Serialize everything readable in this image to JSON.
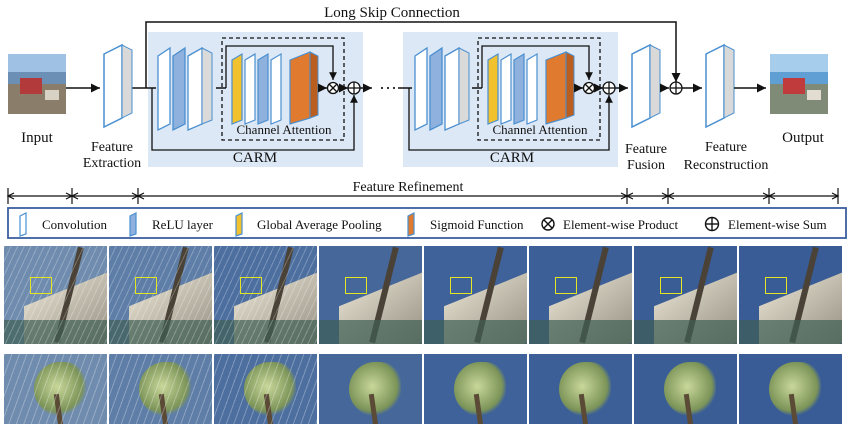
{
  "diagram": {
    "top_connection": "Long Skip Connection",
    "carm_label": "CARM",
    "channel_attention_label": "Channel Attention",
    "ellipsis": "···",
    "stage_labels": {
      "input": "Input",
      "feature_extraction_1": "Feature",
      "feature_extraction_2": "Extraction",
      "feature_fusion_1": "Feature",
      "feature_fusion_2": "Fusion",
      "feature_reconstruction_1": "Feature",
      "feature_reconstruction_2": "Reconstruction",
      "output": "Output"
    },
    "brace_label": "Feature Refinement"
  },
  "legend": {
    "items": [
      {
        "label": "Convolution",
        "icon": "convolution-block-icon",
        "color": "#ffffff"
      },
      {
        "label": "ReLU layer",
        "icon": "relu-block-icon",
        "color": "#8fb1de"
      },
      {
        "label": "Global Average Pooling",
        "icon": "gap-block-icon",
        "color": "#f2c12e"
      },
      {
        "label": "Sigmoid Function",
        "icon": "sigmoid-block-icon",
        "color": "#e07a2e"
      },
      {
        "label": "Element-wise Product",
        "icon": "otimes-icon"
      },
      {
        "label": "Element-wise Sum",
        "icon": "oplus-icon"
      }
    ]
  },
  "colors": {
    "carm_bg": "#dce8f5",
    "conv_edge": "#4a8fd0",
    "relu": "#8fb1de",
    "gap": "#f2c12e",
    "sigmoid": "#e07a2e",
    "highlight_box": "#e6e620"
  },
  "image_strip": {
    "top_row_count": 8,
    "bottom_row_count": 8
  }
}
